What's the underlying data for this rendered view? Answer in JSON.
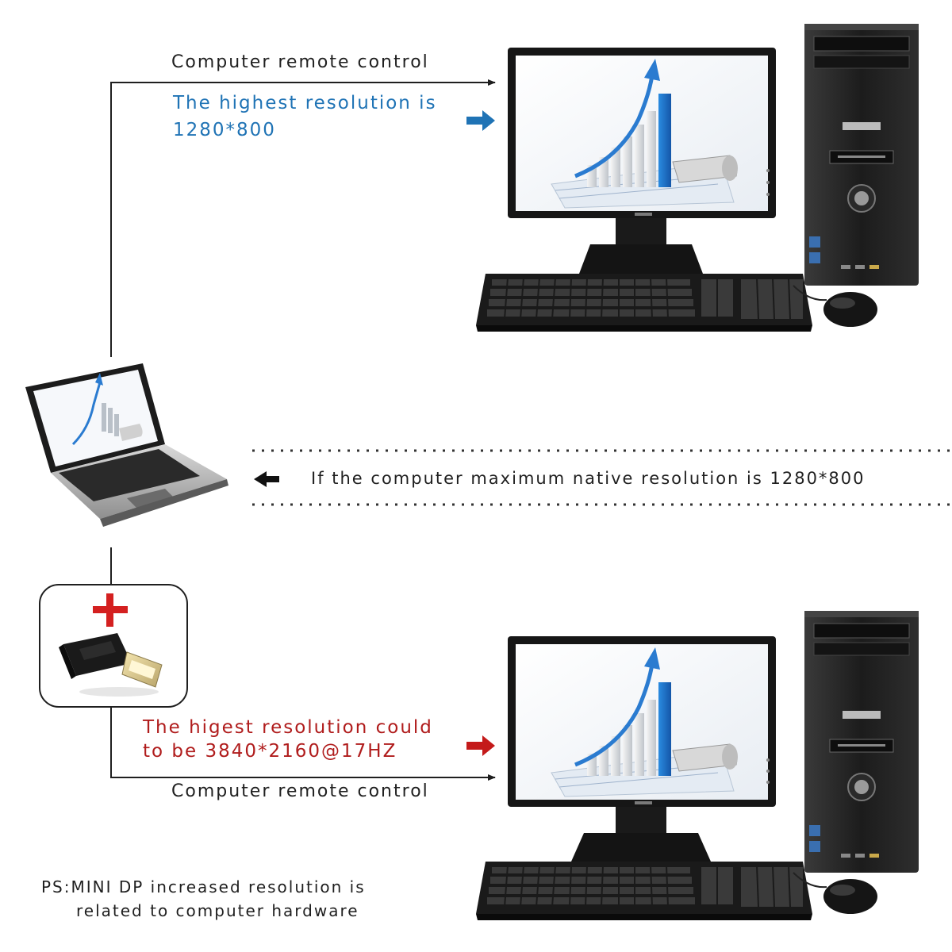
{
  "top_setup": {
    "connection_label": "Computer remote control",
    "resolution_line_1": "The highest resolution is",
    "resolution_line_2": "1280*800"
  },
  "middle_note": "If the computer maximum native resolution is 1280*800",
  "bottom_setup": {
    "resolution_line_1": "The higest resolution could",
    "resolution_line_2": "to be 3840*2160@17HZ",
    "connection_label": "Computer remote control"
  },
  "footnote": {
    "line_1": "PS:MINI DP increased resolution is",
    "line_2": "related to computer hardware"
  },
  "colors": {
    "blue_text": "#1f73b5",
    "red_text": "#b01c1c",
    "arrow_blue": "#1f73b5",
    "arrow_red": "#c41a1a",
    "plus_red": "#d42020",
    "line": "#1f1f1f"
  },
  "icons": [
    "laptop-icon",
    "desktop-monitor-icon",
    "pc-tower-icon",
    "keyboard-icon",
    "mouse-icon",
    "mini-dp-adapter-icon",
    "plus-icon",
    "arrow-right-icon",
    "arrow-left-icon"
  ]
}
